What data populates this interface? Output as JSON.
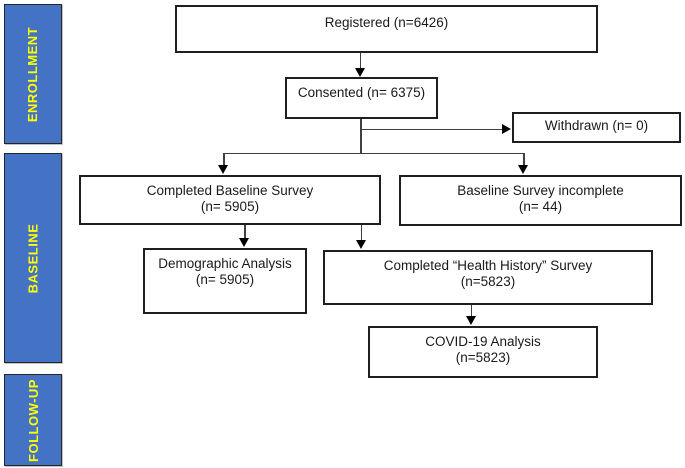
{
  "colors": {
    "sidebar_fill": "#4472C4",
    "sidebar_text": "#FFFF00",
    "box_border": "#1f1f1f",
    "line": "#404040",
    "arrow": "#000000"
  },
  "sidebar": {
    "sections": [
      {
        "label": "ENROLLMENT"
      },
      {
        "label": "BASELINE"
      },
      {
        "label": "FOLLOW-UP"
      }
    ]
  },
  "flowchart": {
    "boxes": {
      "registered": {
        "line1": "Registered (n=6426)",
        "line2": ""
      },
      "consented": {
        "line1": "Consented (n= 6375)",
        "line2": ""
      },
      "withdrawn": {
        "line1": "Withdrawn (n= 0)",
        "line2": ""
      },
      "completed_baseline": {
        "line1": "Completed Baseline Survey",
        "line2": "(n= 5905)"
      },
      "baseline_incomplete": {
        "line1": "Baseline Survey incomplete",
        "line2": "(n= 44)"
      },
      "demographic": {
        "line1": "Demographic Analysis",
        "line2": "(n= 5905)"
      },
      "health_history": {
        "line1": "Completed “Health History” Survey",
        "line2": "(n=5823)"
      },
      "covid": {
        "line1": "COVID-19 Analysis",
        "line2": "(n=5823)"
      }
    }
  }
}
